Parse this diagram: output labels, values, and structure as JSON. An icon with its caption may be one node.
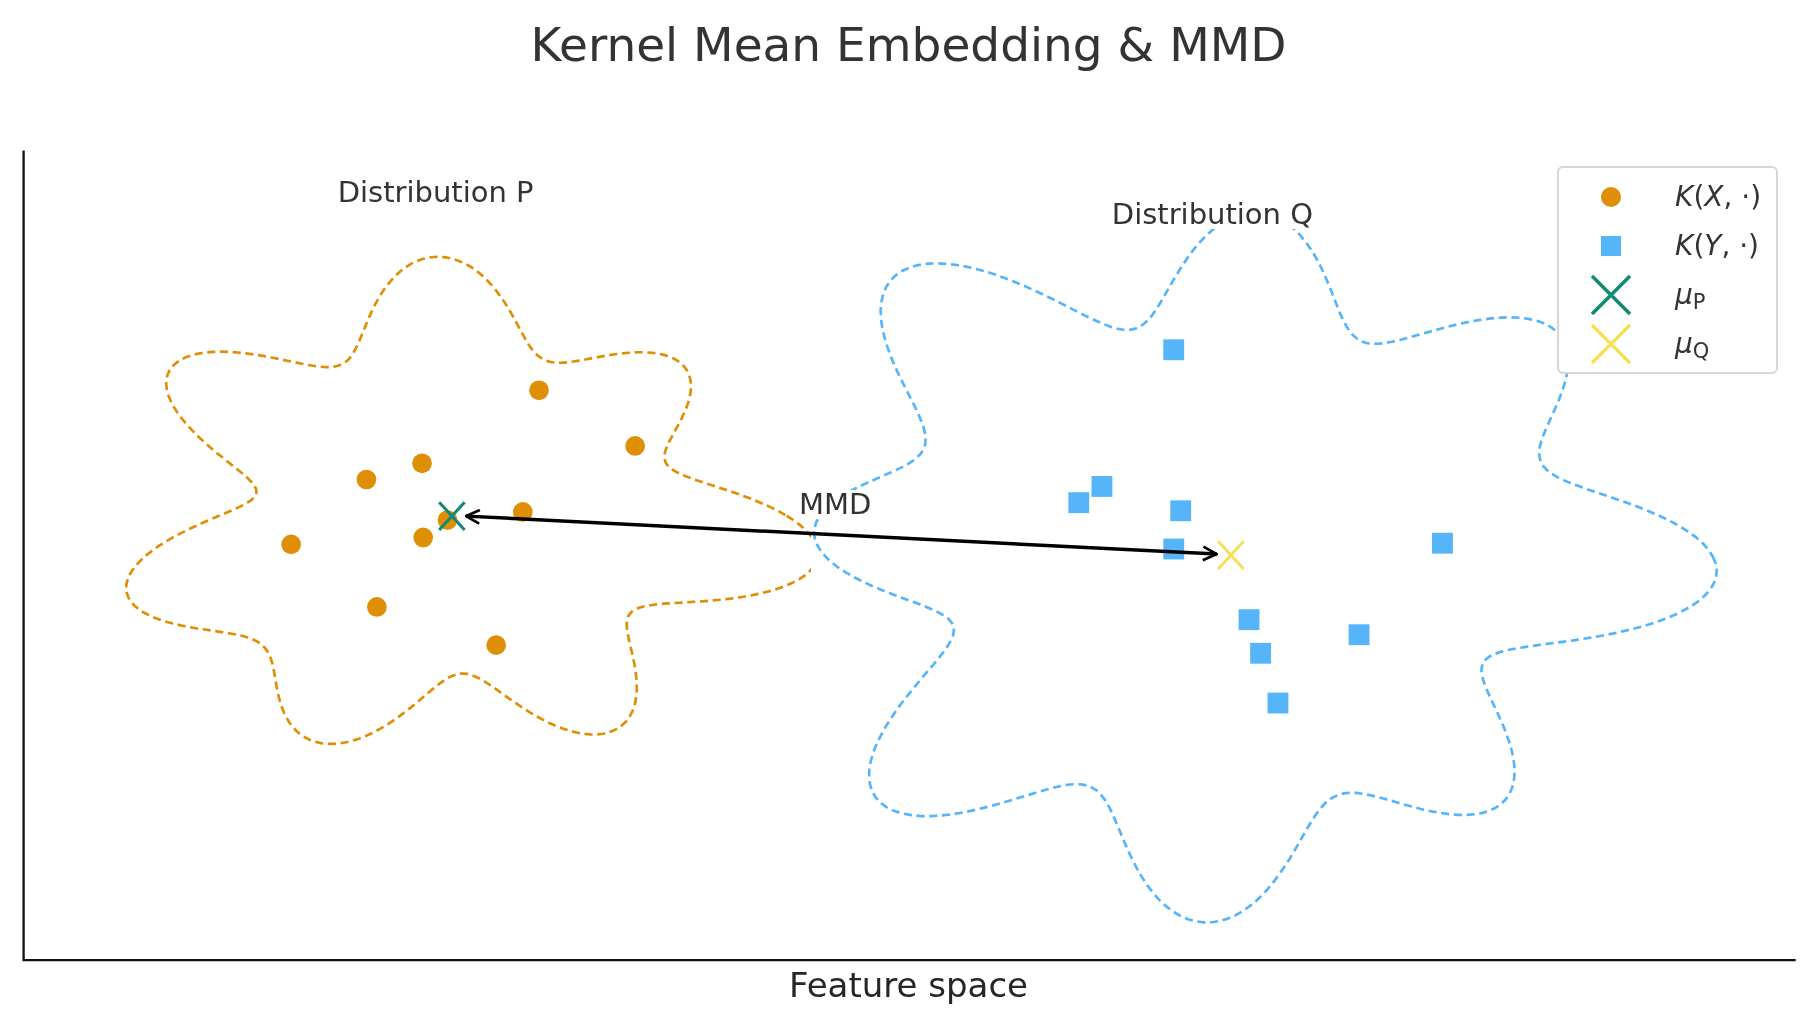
{
  "diagram": {
    "title": "Kernel Mean Embedding & MMD",
    "nodes": [
      {
        "text": [
          "Distribution P"
        ]
      },
      {
        "text": [
          "Distribution Q"
        ]
      },
      {
        "text": [],
        "shape": "cross",
        "in": 0
      },
      {
        "text": [],
        "shape": "cross",
        "in": 1
      }
    ],
    "edges": [
      {
        "from": 2,
        "to": 3,
        "arrow": "both",
        "label": "MMD"
      }
    ],
    "labels": [
      "Feature space"
    ],
    "legend": [
      {
        "text": "*K*(*X*, ·)",
        "color": "#de8f05"
      },
      {
        "text": "*K*(*Y*, ·)",
        "color": "#56b4f9"
      },
      {
        "text": "*μ*$_{P}$"
      },
      {
        "text": "*μ*$_{Q}$"
      }
    ]
  }
}
